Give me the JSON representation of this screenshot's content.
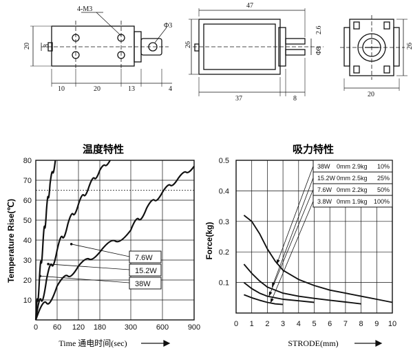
{
  "drawing": {
    "dims_side": {
      "height": "20",
      "hole_spacing": "8",
      "pitch_a": "10",
      "pitch_b": "20",
      "pitch_c": "13",
      "shaft_tip": "4"
    },
    "label_screw": "4-M3",
    "label_pin": "Φ3",
    "dims_front": {
      "width": "47",
      "height": "26",
      "body": "37",
      "stroke": "8",
      "pin_offset": "2.6",
      "pin_diam": "Φ8"
    },
    "dims_end": {
      "height": "26",
      "width": "20"
    }
  },
  "chart_data": [
    {
      "type": "line",
      "title": "温度特性",
      "xlabel": "Time 通电时间(sec)",
      "ylabel": "Temperature Rise(℃)",
      "x_ticks": [
        "0",
        "60",
        "120",
        "180",
        "300",
        "600",
        "900"
      ],
      "y_ticks": [
        "10",
        "20",
        "30",
        "40",
        "50",
        "60",
        "70",
        "80"
      ],
      "ylim": [
        0,
        80
      ],
      "reference_line_y": 65,
      "series": [
        {
          "name": "38W",
          "points": [
            [
              0,
              0
            ],
            [
              10,
              20
            ],
            [
              20,
              38
            ],
            [
              30,
              55
            ],
            [
              40,
              68
            ],
            [
              55,
              80
            ]
          ]
        },
        {
          "name": "15.2W",
          "points": [
            [
              0,
              0
            ],
            [
              30,
              20
            ],
            [
              60,
              35
            ],
            [
              90,
              48
            ],
            [
              120,
              58
            ],
            [
              150,
              67
            ],
            [
              180,
              75
            ],
            [
              220,
              80
            ]
          ]
        },
        {
          "name": "7.6W",
          "points": [
            [
              0,
              0
            ],
            [
              60,
              17
            ],
            [
              120,
              27
            ],
            [
              180,
              34
            ],
            [
              300,
              45
            ],
            [
              450,
              56
            ],
            [
              600,
              64
            ],
            [
              750,
              71
            ],
            [
              900,
              77
            ]
          ]
        }
      ],
      "legend": [
        "7.6W",
        "15.2W",
        "38W"
      ]
    },
    {
      "type": "line",
      "title": "吸力特性",
      "xlabel": "STRODE(mm)",
      "ylabel": "Force(kg)",
      "x_ticks": [
        "0",
        "1",
        "2",
        "3",
        "4",
        "5",
        "6",
        "7",
        "8",
        "9",
        "10"
      ],
      "y_ticks": [
        "0.1",
        "0.2",
        "0.3",
        "0.4",
        "0.5"
      ],
      "xlim": [
        0,
        10
      ],
      "ylim": [
        0,
        0.5
      ],
      "series": [
        {
          "name": "38W",
          "points": [
            [
              0.5,
              0.32
            ],
            [
              1,
              0.3
            ],
            [
              1.5,
              0.26
            ],
            [
              2,
              0.21
            ],
            [
              2.5,
              0.17
            ],
            [
              3,
              0.14
            ],
            [
              4,
              0.11
            ],
            [
              5,
              0.09
            ],
            [
              6,
              0.075
            ],
            [
              7,
              0.065
            ],
            [
              8,
              0.055
            ],
            [
              9,
              0.045
            ],
            [
              10,
              0.035
            ]
          ]
        },
        {
          "name": "15.2W",
          "points": [
            [
              0.5,
              0.16
            ],
            [
              1,
              0.13
            ],
            [
              1.5,
              0.105
            ],
            [
              2,
              0.085
            ],
            [
              3,
              0.065
            ],
            [
              4,
              0.055
            ],
            [
              5,
              0.048
            ],
            [
              6,
              0.042
            ],
            [
              7,
              0.036
            ],
            [
              8,
              0.03
            ]
          ]
        },
        {
          "name": "7.6W",
          "points": [
            [
              0.5,
              0.1
            ],
            [
              1,
              0.08
            ],
            [
              1.5,
              0.065
            ],
            [
              2,
              0.055
            ],
            [
              3,
              0.045
            ],
            [
              4,
              0.04
            ],
            [
              5,
              0.035
            ]
          ]
        },
        {
          "name": "3.8W",
          "points": [
            [
              0.5,
              0.06
            ],
            [
              1,
              0.05
            ],
            [
              1.5,
              0.042
            ],
            [
              2,
              0.035
            ],
            [
              2.5,
              0.03
            ],
            [
              3,
              0.028
            ]
          ]
        }
      ],
      "legend": [
        {
          "watt": "38W",
          "spec": "0mm 2.9kg",
          "duty": "10%"
        },
        {
          "watt": "15.2W",
          "spec": "0mm 2.5kg",
          "duty": "25%"
        },
        {
          "watt": "7.6W",
          "spec": "0mm 2.2kg",
          "duty": "50%"
        },
        {
          "watt": "3.8W",
          "spec": "0mm 1.9kg",
          "duty": "100%"
        }
      ]
    }
  ]
}
